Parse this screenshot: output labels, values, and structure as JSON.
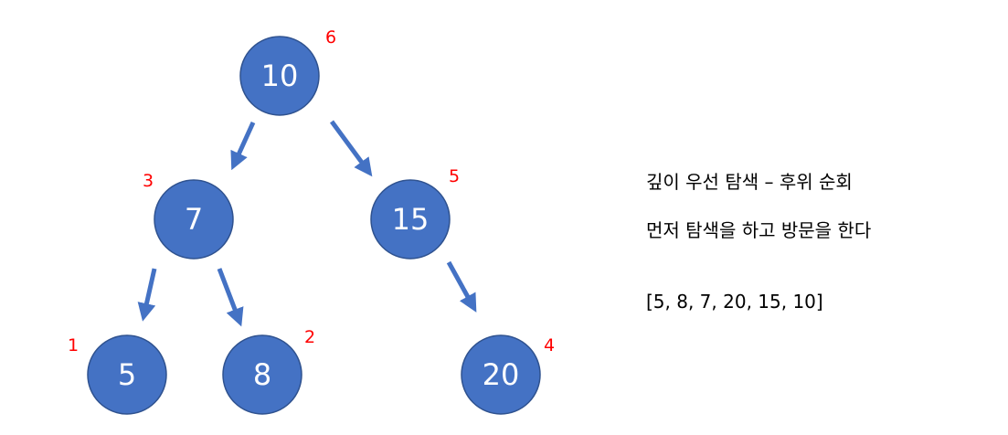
{
  "colors": {
    "node_fill": "#4472c4",
    "node_stroke": "#2f528f",
    "arrow": "#4472c4",
    "order_label": "#ff0000"
  },
  "tree": {
    "nodes": [
      {
        "id": "n10",
        "value": "10",
        "order": "6"
      },
      {
        "id": "n7",
        "value": "7",
        "order": "3"
      },
      {
        "id": "n15",
        "value": "15",
        "order": "5"
      },
      {
        "id": "n5",
        "value": "5",
        "order": "1"
      },
      {
        "id": "n8",
        "value": "8",
        "order": "2"
      },
      {
        "id": "n20",
        "value": "20",
        "order": "4"
      }
    ],
    "edges": [
      {
        "from": "n10",
        "to": "n7"
      },
      {
        "from": "n10",
        "to": "n15"
      },
      {
        "from": "n7",
        "to": "n5"
      },
      {
        "from": "n7",
        "to": "n8"
      },
      {
        "from": "n15",
        "to": "n20"
      }
    ]
  },
  "notes": {
    "title": "깊이 우선 탐색 – 후위 순회",
    "description": "먼저 탐색을 하고 방문을 한다",
    "result": "[5, 8, 7, 20, 15, 10]"
  }
}
